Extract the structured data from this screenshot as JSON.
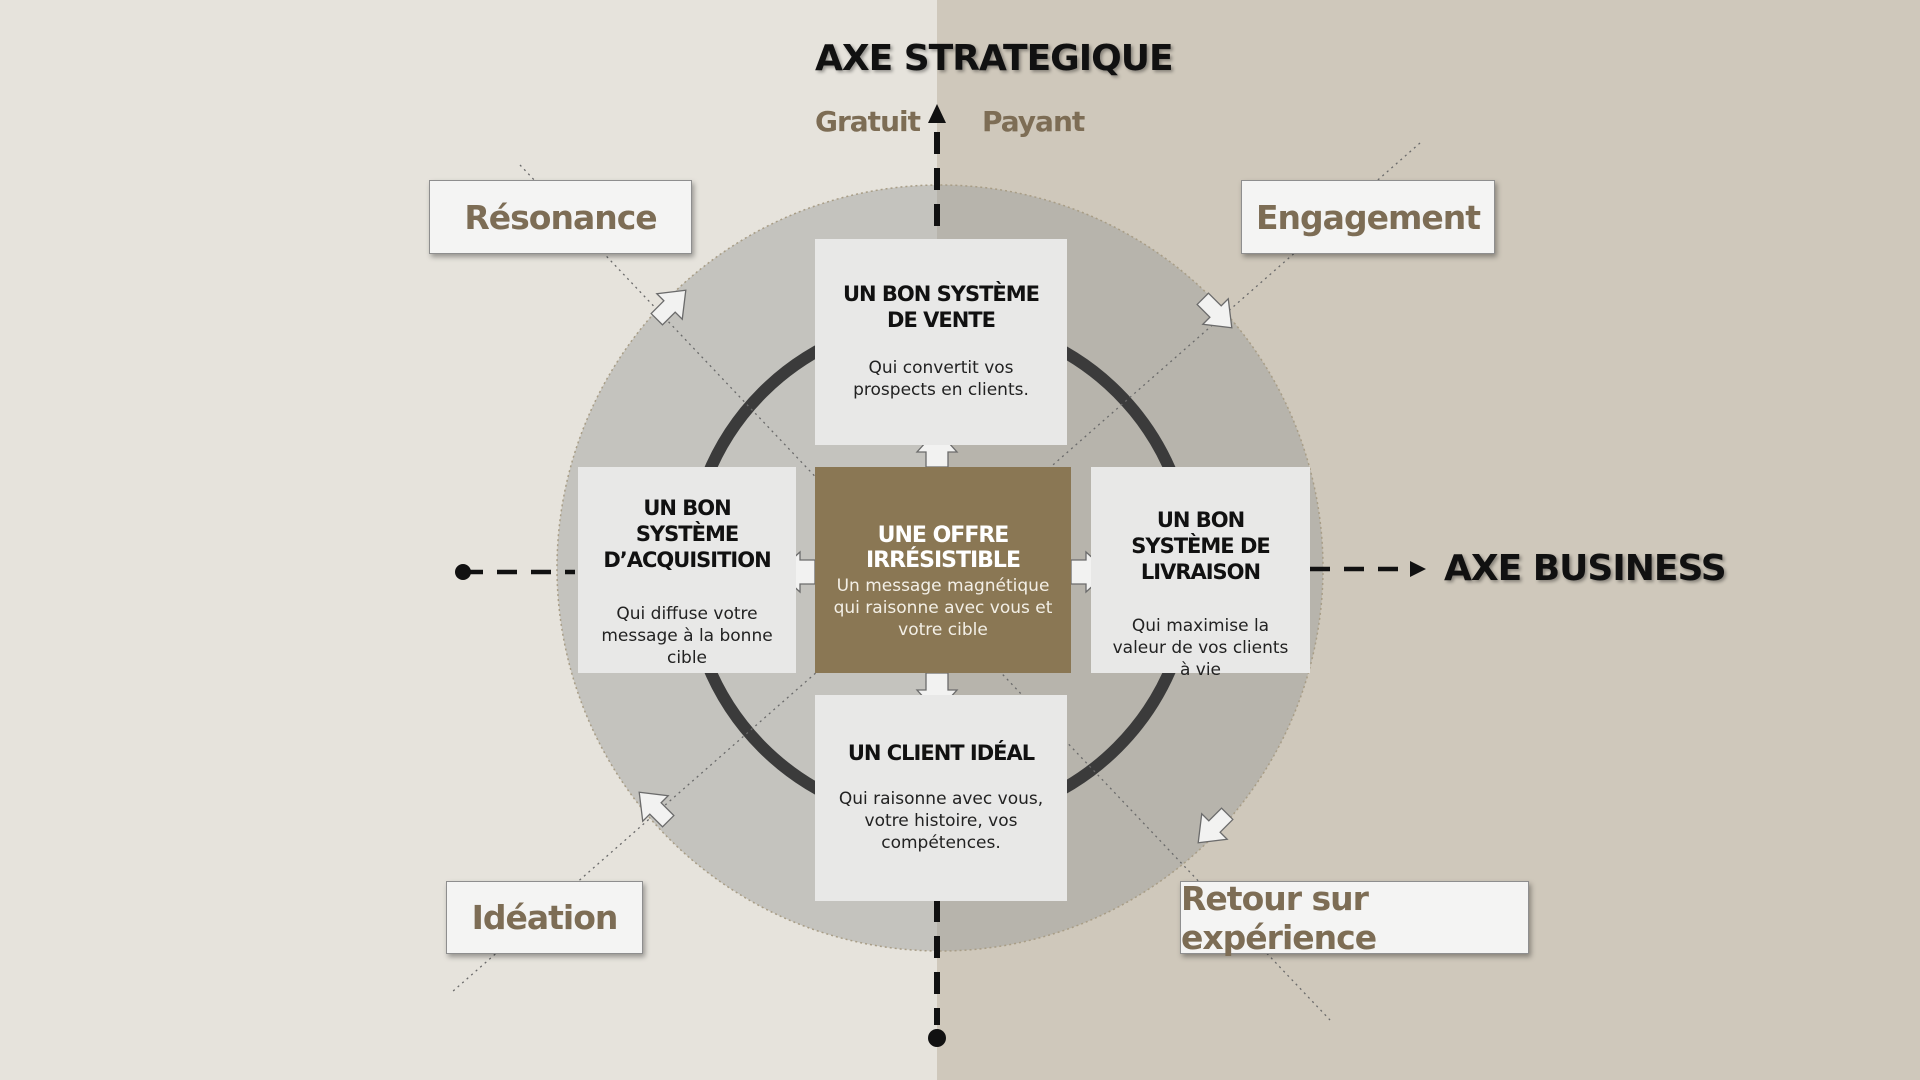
{
  "axes": {
    "strategic": {
      "title": "AXE STRATEGIQUE",
      "left_label": "Gratuit",
      "right_label": "Payant"
    },
    "business": {
      "title": "AXE BUSINESS"
    }
  },
  "corners": {
    "top_left": "Résonance",
    "top_right": "Engagement",
    "bottom_left": "Idéation",
    "bottom_right": "Retour sur expérience"
  },
  "center": {
    "title": "UNE OFFRE IRRÉSISTIBLE",
    "desc": "Un message magnétique qui raisonne avec vous et votre cible"
  },
  "cards": {
    "top": {
      "title": "UN BON SYSTÈME DE VENTE",
      "desc": "Qui convertit vos prospects en clients."
    },
    "left": {
      "title": "UN BON SYSTÈME D’ACQUISITION",
      "desc": "Qui diffuse votre message à la bonne cible"
    },
    "right": {
      "title": "UN BON SYSTÈME DE LIVRAISON",
      "desc": "Qui maximise la valeur de vos clients à vie"
    },
    "bottom": {
      "title": "UN CLIENT IDÉAL",
      "desc": "Qui raisonne avec vous, votre histoire, vos compétences."
    }
  },
  "colors": {
    "accent": "#8a7754",
    "label_brown": "#7d6d55",
    "bg_left": "#e6e3dc",
    "bg_right": "#cfc8bb"
  }
}
